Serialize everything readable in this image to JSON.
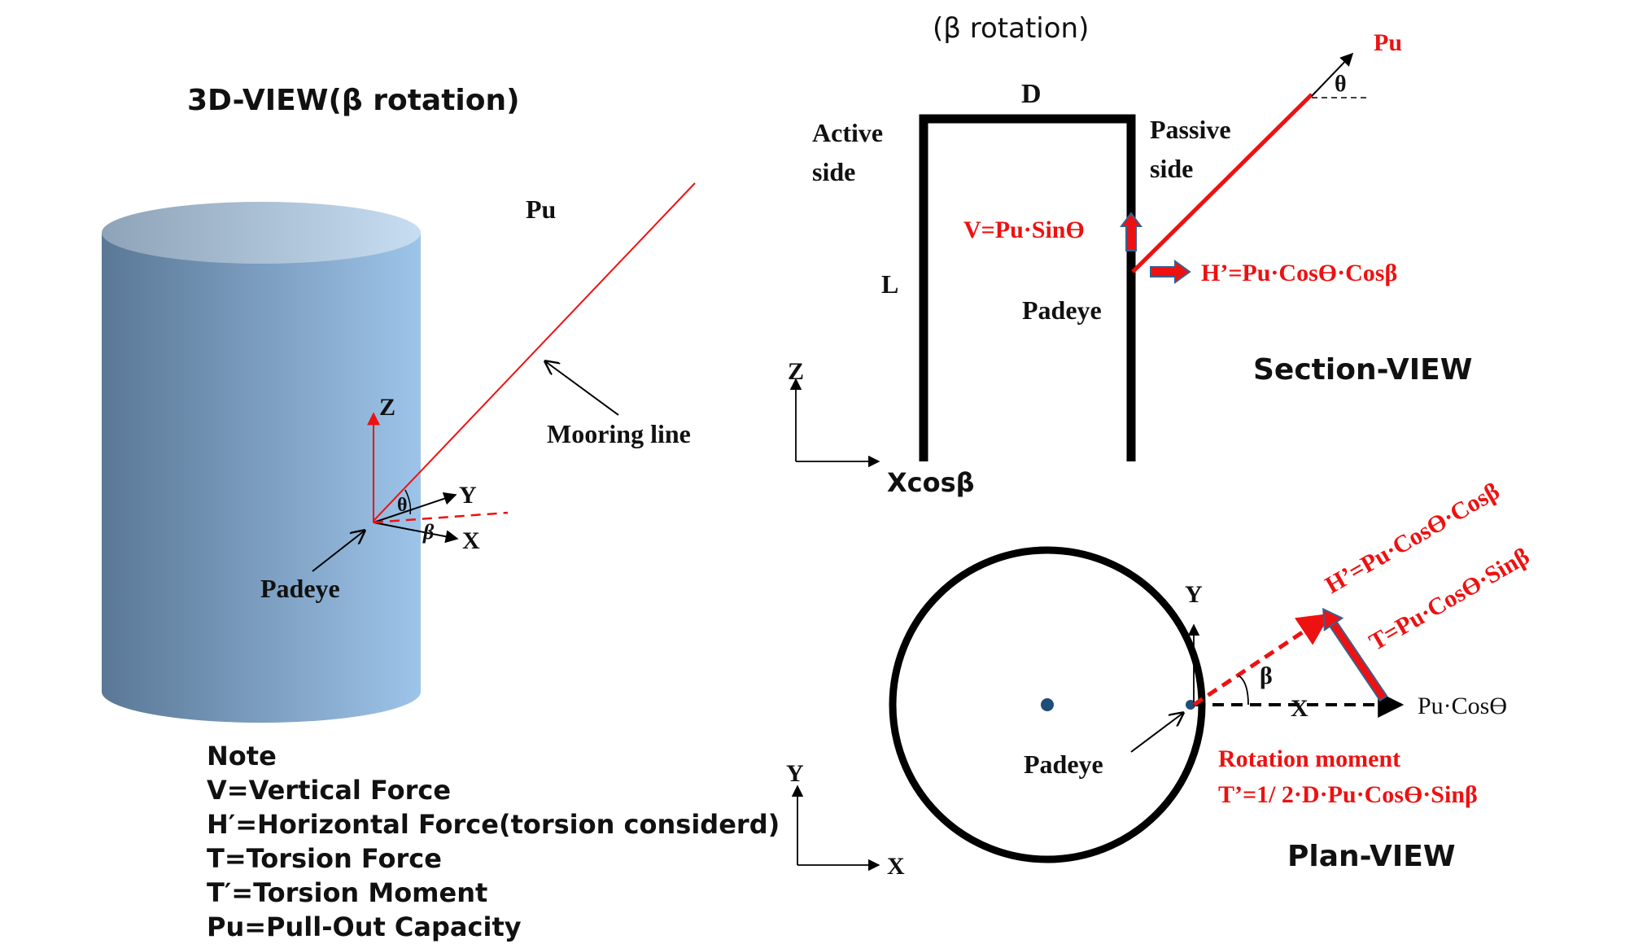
{
  "view3d": {
    "title": "3D-VIEW(β rotation)",
    "pu": "Pu",
    "mooring": "Mooring line",
    "z": "Z",
    "y": "Y",
    "x": "X",
    "theta": "θ",
    "beta": "β",
    "padeye": "Padeye"
  },
  "section": {
    "title_top": "(β rotation)",
    "d": "D",
    "active1": "Active",
    "active2": "side",
    "passive1": "Passive",
    "passive2": "side",
    "l": "L",
    "v_eq": "V=Pu·Sinϴ",
    "h_eq": "H’=Pu·Cosϴ·Cosβ",
    "padeye": "Padeye",
    "pu": "Pu",
    "theta": "θ",
    "z": "Z",
    "xcos": "Xcosβ",
    "view": "Section-VIEW"
  },
  "plan": {
    "h_eq": "H’=Pu·Cosϴ·Cosβ",
    "t_eq": "T=Pu·Cosϴ·Sinβ",
    "y": "Y",
    "beta": "β",
    "x": "X",
    "pucos": "Pu·Cosϴ",
    "padeye": "Padeye",
    "rot1": "Rotation moment",
    "rot2": "T’=1/ 2·D·Pu·Cosϴ·Sinβ",
    "axis_y": "Y",
    "axis_x": "X",
    "view": "Plan-VIEW"
  },
  "note": {
    "heading": "Note",
    "lines": [
      "V=Vertical Force",
      "H′=Horizontal Force(torsion considerd)",
      "T=Torsion Force",
      "T′=Torsion Moment",
      "Pu=Pull-Out Capacity"
    ]
  },
  "colors": {
    "force": "#ee1111",
    "black": "#000000",
    "cyl_dark": "#5a7796",
    "cyl_light": "#9ec5ea",
    "dot": "#1f4e79"
  }
}
